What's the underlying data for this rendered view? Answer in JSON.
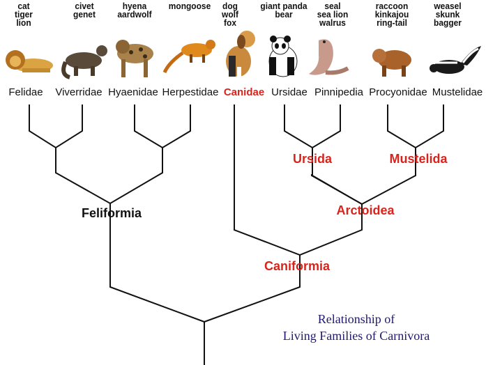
{
  "species": [
    {
      "id": "felidae",
      "lines": [
        "cat",
        "tiger",
        "lion"
      ]
    },
    {
      "id": "viverridae",
      "lines": [
        "civet",
        "genet"
      ]
    },
    {
      "id": "hyaenidae",
      "lines": [
        "hyena",
        "aardwolf"
      ]
    },
    {
      "id": "herpestidae",
      "lines": [
        "mongoose"
      ]
    },
    {
      "id": "canidae",
      "lines": [
        "dog",
        "wolf",
        "fox"
      ]
    },
    {
      "id": "ursidae",
      "lines": [
        "giant panda",
        "bear"
      ]
    },
    {
      "id": "pinnipedia",
      "lines": [
        "seal",
        "sea lion",
        "walrus"
      ]
    },
    {
      "id": "procyonidae",
      "lines": [
        "raccoon",
        "kinkajou",
        "ring-tail"
      ]
    },
    {
      "id": "mustelidae",
      "lines": [
        "weasel",
        "skunk",
        "bagger"
      ]
    }
  ],
  "families": [
    {
      "id": "felidae",
      "label": "Felidae",
      "highlight": false
    },
    {
      "id": "viverridae",
      "label": "Viverridae",
      "highlight": false
    },
    {
      "id": "hyaenidae",
      "label": "Hyaenidae",
      "highlight": false
    },
    {
      "id": "herpestidae",
      "label": "Herpestidae",
      "highlight": false
    },
    {
      "id": "canidae",
      "label": "Canidae",
      "highlight": true
    },
    {
      "id": "ursidae",
      "label": "Ursidae",
      "highlight": false
    },
    {
      "id": "pinnipedia",
      "label": "Pinnipedia",
      "highlight": false
    },
    {
      "id": "procyonidae",
      "label": "Procyonidae",
      "highlight": false
    },
    {
      "id": "mustelidae",
      "label": "Mustelidae",
      "highlight": false
    }
  ],
  "animal_icons": [
    "lion-icon",
    "civet-icon",
    "hyena-icon",
    "mongoose-icon",
    "dog-icon",
    "panda-icon",
    "sea-lion-icon",
    "raccoon-icon",
    "skunk-icon"
  ],
  "clades": {
    "feliformia": "Feliformia",
    "ursida": "Ursida",
    "mustelida": "Mustelida",
    "arctoidea": "Arctoidea",
    "caniformia": "Caniformia"
  },
  "caption": {
    "line1": "Relationship of",
    "line2": "Living Families of Carnivora"
  },
  "colors": {
    "clade_red": "#d8241c",
    "caption_navy": "#1f1a6e",
    "tree_lines": "#111111"
  }
}
